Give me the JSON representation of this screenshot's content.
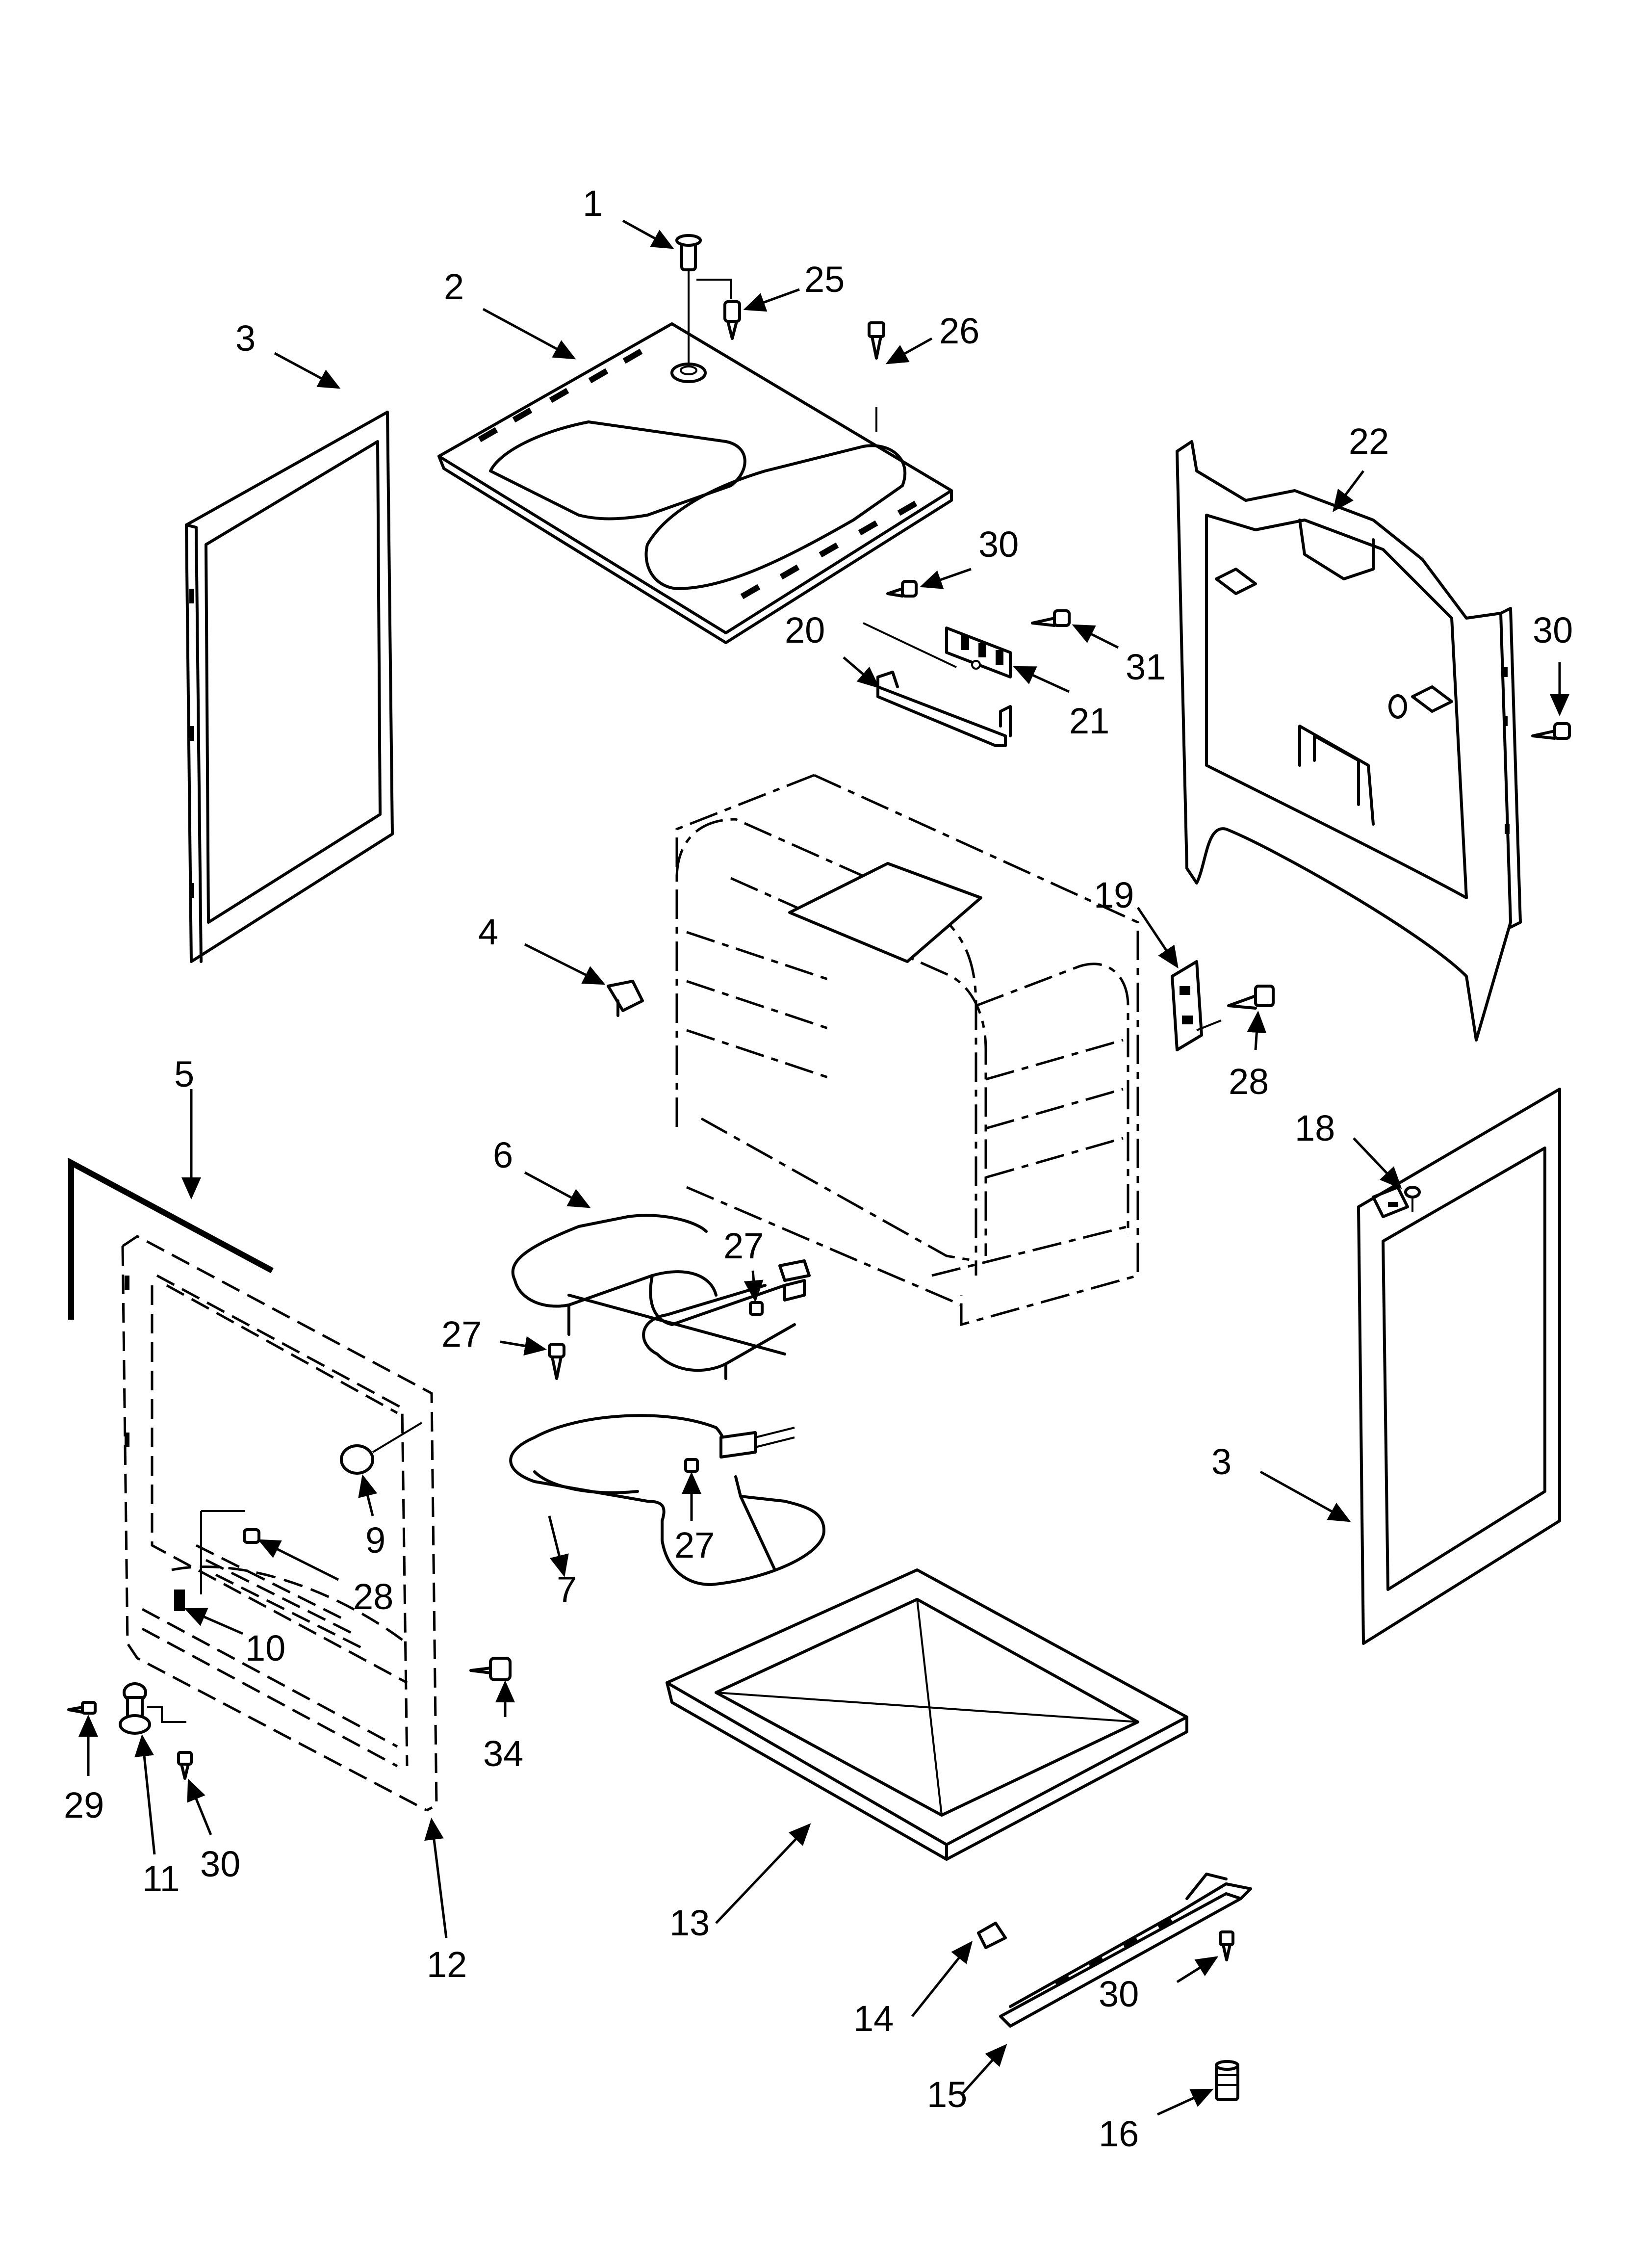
{
  "diagram": {
    "type": "exploded-parts-diagram",
    "callouts": [
      "1",
      "2",
      "3",
      "4",
      "5",
      "6",
      "7",
      "9",
      "10",
      "11",
      "12",
      "13",
      "14",
      "15",
      "16",
      "18",
      "19",
      "20",
      "21",
      "22",
      "25",
      "26",
      "27",
      "28",
      "29",
      "30",
      "31",
      "34"
    ]
  },
  "labels": {
    "c1": "1",
    "c2": "2",
    "c3a": "3",
    "c3b": "3",
    "c4": "4",
    "c5": "5",
    "c6": "6",
    "c7": "7",
    "c9": "9",
    "c10": "10",
    "c11": "11",
    "c12": "12",
    "c13": "13",
    "c14": "14",
    "c15": "15",
    "c16": "16",
    "c18": "18",
    "c19": "19",
    "c20": "20",
    "c21": "21",
    "c22": "22",
    "c25": "25",
    "c26": "26",
    "c27a": "27",
    "c27b": "27",
    "c27c": "27",
    "c28a": "28",
    "c28b": "28",
    "c29": "29",
    "c30a": "30",
    "c30b": "30",
    "c30c": "30",
    "c30d": "30",
    "c31": "31",
    "c34": "34"
  }
}
